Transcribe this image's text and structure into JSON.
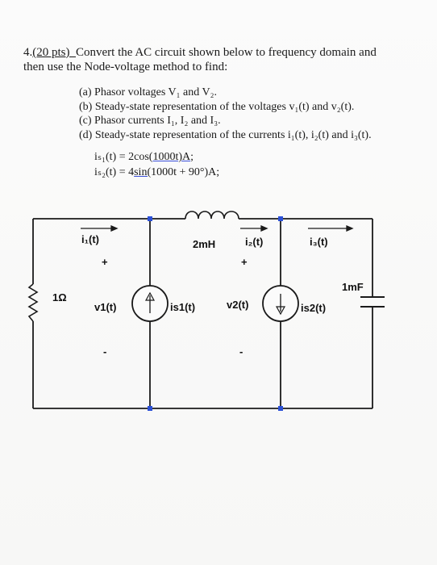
{
  "problem": {
    "number": "4.",
    "points": "(20 pts)",
    "line1_rest": "Convert the AC circuit shown below to frequency domain and",
    "line2": "then use the Node-voltage method to find:"
  },
  "parts": [
    "(a) Phasor voltages V₁ and V₂.",
    "(b) Steady-state representation of the voltages v₁(t) and v₂(t).",
    "(c) Phasor currents I₁, I₂ and I₃.",
    "(d) Steady-state representation of the currents i₁(t), i₂(t) and i₃(t)."
  ],
  "sources": {
    "is1_lhs": "iₛ₁(t) = 2cos(",
    "is1_ul": "1000t)A",
    "is1_end": ";",
    "is2_lhs": "iₛ₂(t) = 4",
    "is2_ul": "sin(",
    "is2_rest": "1000t + 90°)A;"
  },
  "circuit": {
    "i1": "i₁(t)",
    "i2": "i₂(t)",
    "i3": "i₃(t)",
    "inductor": "2mH",
    "capacitor": "1mF",
    "resistor": "1Ω",
    "v1": "v1(t)",
    "v2": "v2(t)",
    "is1": "is1(t)",
    "is2": "is2(t)",
    "plus": "+",
    "minus": "-",
    "wire_color": "#1a1a1a",
    "node_color": "#2a4fd6",
    "arrow_color": "#1a1a1a"
  }
}
